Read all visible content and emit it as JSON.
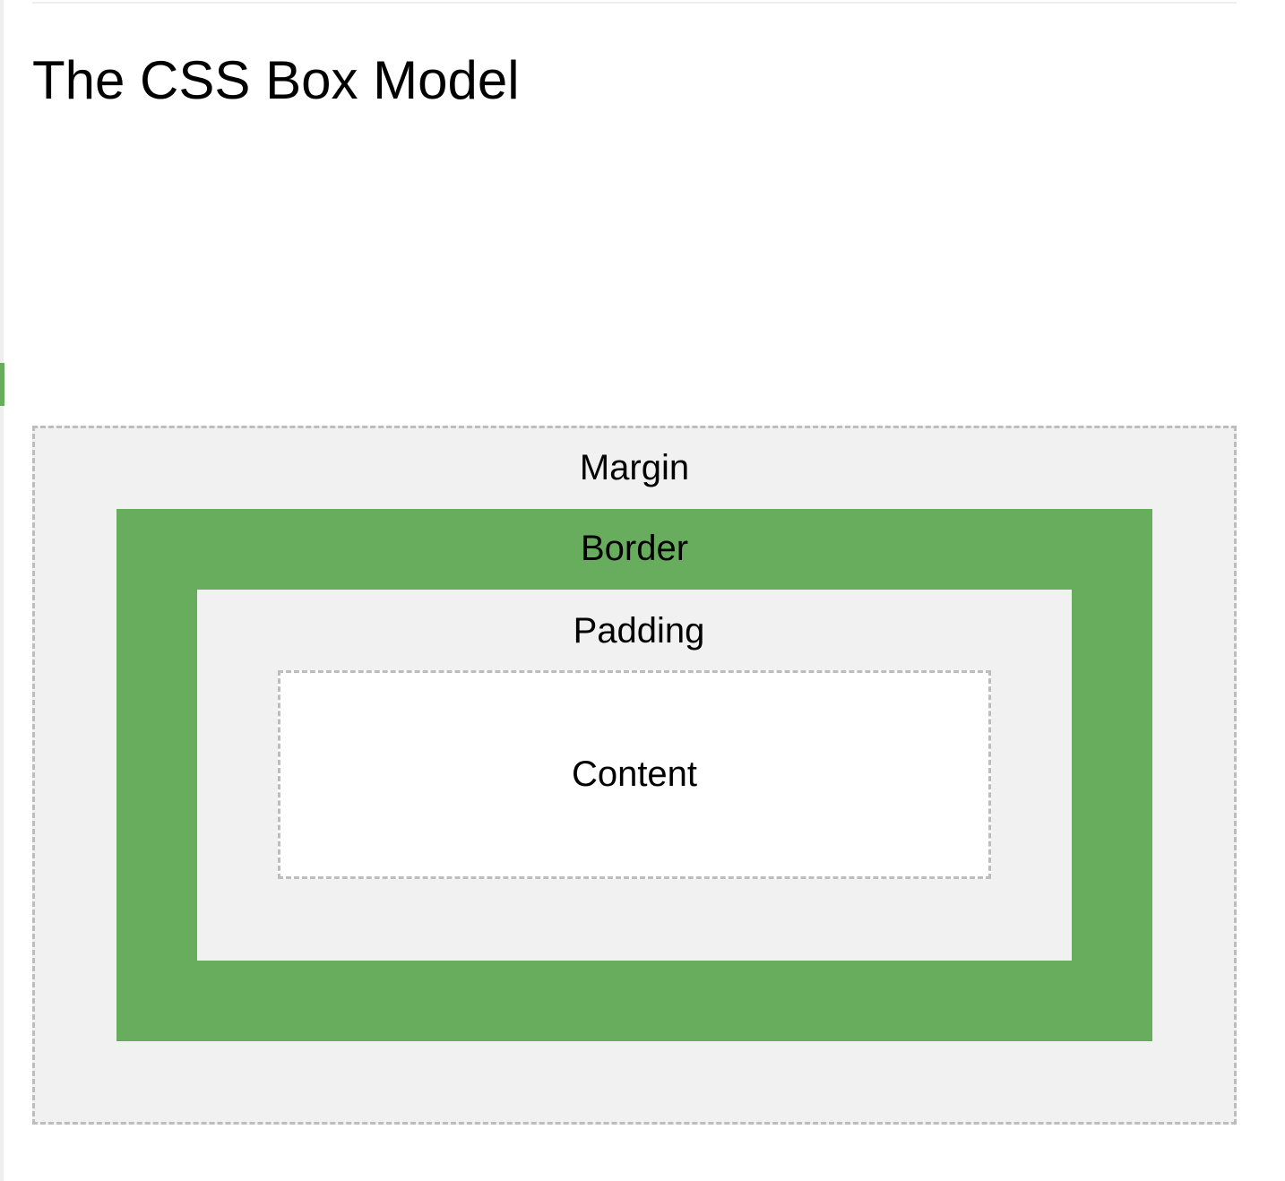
{
  "page": {
    "title": "The CSS Box Model"
  },
  "diagram": {
    "layers": {
      "margin": "Margin",
      "border": "Border",
      "padding": "Padding",
      "content": "Content"
    },
    "colors": {
      "border": "#68ad5d",
      "margin_and_padding": "#f1f1f1",
      "content": "#ffffff",
      "dashed_outline": "#bdbdbd"
    }
  }
}
